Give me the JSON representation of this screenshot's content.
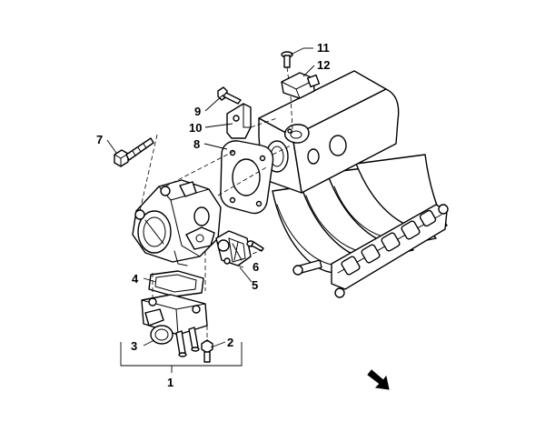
{
  "callouts": [
    {
      "id": "1",
      "text": "1"
    },
    {
      "id": "2",
      "text": "2"
    },
    {
      "id": "3",
      "text": "3"
    },
    {
      "id": "4",
      "text": "4"
    },
    {
      "id": "5",
      "text": "5"
    },
    {
      "id": "6",
      "text": "6"
    },
    {
      "id": "7",
      "text": "7"
    },
    {
      "id": "8",
      "text": "8"
    },
    {
      "id": "9",
      "text": "9"
    },
    {
      "id": "10",
      "text": "10"
    },
    {
      "id": "11",
      "text": "11"
    },
    {
      "id": "12",
      "text": "12"
    }
  ],
  "colors": {
    "line": "#000000",
    "background": "#ffffff"
  },
  "icons": {
    "direction": "arrow-down-right-icon"
  }
}
